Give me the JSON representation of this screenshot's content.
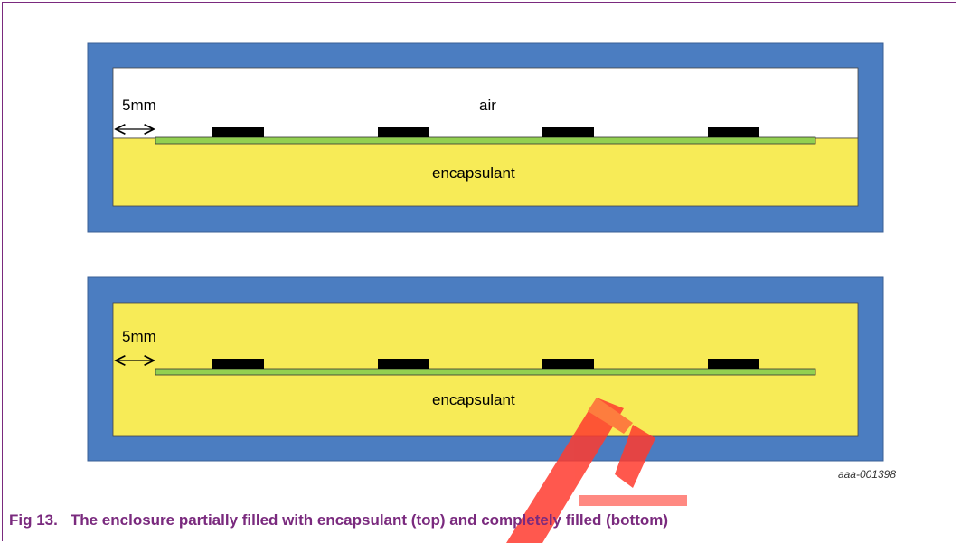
{
  "top_panel": {
    "gap_label": "5mm",
    "air_label": "air",
    "encapsulant_label": "encapsulant"
  },
  "bottom_panel": {
    "gap_label": "5mm",
    "encapsulant_label": "encapsulant"
  },
  "figure_id": "aaa-001398",
  "caption": {
    "number": "Fig 13.",
    "text": "The enclosure partially filled with encapsulant (top) and completely filled (bottom)"
  },
  "colors": {
    "enclosure": "#4b7dc1",
    "encapsulant": "#f7eb57",
    "air": "#ffffff",
    "pcb": "#92d050",
    "component": "#000000",
    "caption": "#7a2a7e",
    "watermark": "#ff3b2f"
  }
}
